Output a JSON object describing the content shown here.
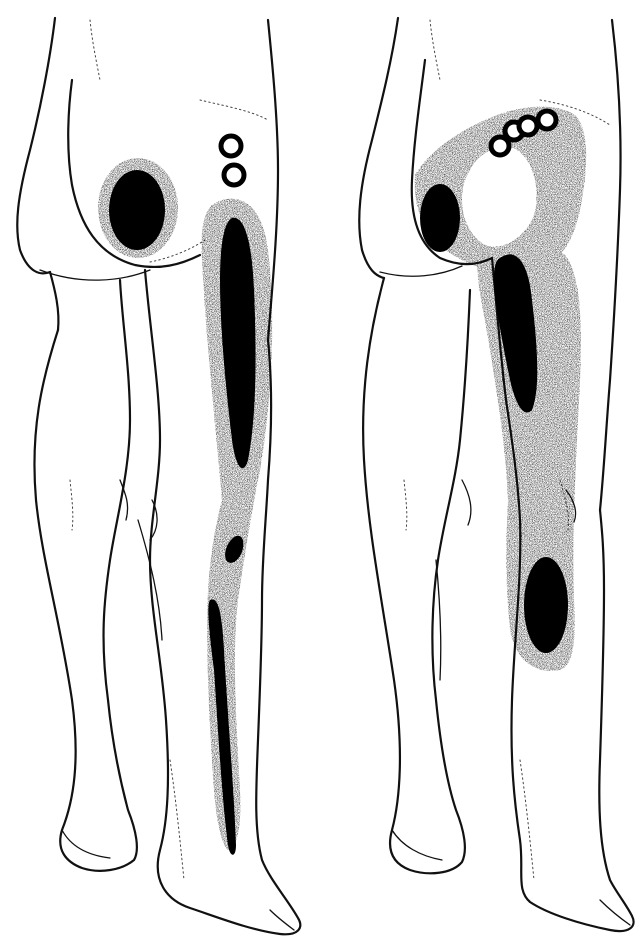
{
  "figure": {
    "panels": [
      {
        "view": "posterior-lateral",
        "trigger_points": 2,
        "referred_zones": [
          "buttock",
          "posterior-thigh",
          "posterior-knee",
          "lateral-calf"
        ]
      },
      {
        "view": "lateral",
        "trigger_points": 4,
        "referred_zones": [
          "buttock",
          "lateral-thigh",
          "lateral-knee"
        ]
      }
    ],
    "colors": {
      "outline": "#111111",
      "essential_pain": "#000000",
      "spillover_pain": "#9a9a9a",
      "trigger_point_fill": "#ffffff"
    }
  }
}
